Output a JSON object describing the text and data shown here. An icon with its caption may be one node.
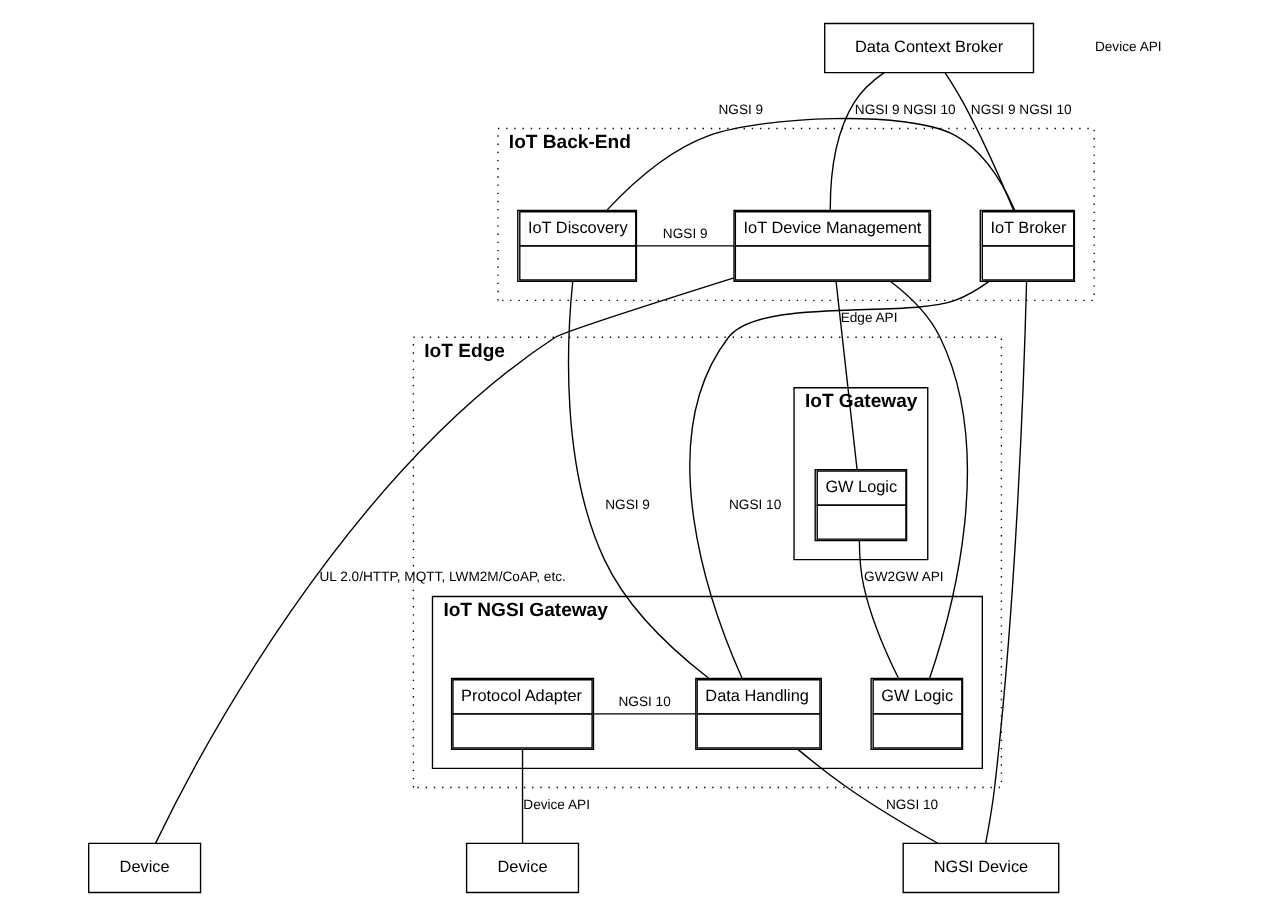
{
  "diagram": {
    "nodes": [
      {
        "text": [
          "Data Context Broker"
        ]
      },
      {
        "text": [
          "IoT Back-End"
        ]
      },
      {
        "text": [
          "IoT Device Management"
        ],
        "in": 1
      },
      {
        "text": [
          "IoT Discovery"
        ],
        "in": 1
      },
      {
        "text": [
          "IoT Broker"
        ],
        "in": 1
      },
      {
        "text": [
          "IoT Edge"
        ]
      },
      {
        "text": [
          "IoT Gateway"
        ],
        "in": 5
      },
      {
        "text": [
          "GW Logic"
        ],
        "in": 6
      },
      {
        "text": [
          "IoT NGSI Gateway"
        ],
        "in": 5
      },
      {
        "text": [
          "GW Logic"
        ],
        "in": 8
      },
      {
        "text": [
          "Protocol Adapter"
        ],
        "in": 8
      },
      {
        "text": [
          "Data Handling"
        ],
        "in": 8
      },
      {
        "text": [
          "Device"
        ]
      },
      {
        "text": [
          "Device"
        ]
      },
      {
        "text": [
          "NGSI Device"
        ]
      }
    ],
    "edges": [
      {
        "from": 0,
        "to": 2,
        "arrow": "none",
        "label": "NGSI 9 NGSI 10"
      },
      {
        "from": 0,
        "to": 4,
        "arrow": "none",
        "label": "NGSI 9 NGSI 10"
      },
      {
        "from": 14,
        "to": 4,
        "arrow": "none"
      },
      {
        "from": 2,
        "to": 3,
        "arrow": "none",
        "label": "NGSI 9"
      },
      {
        "from": 3,
        "to": 4,
        "arrow": "none",
        "label": "NGSI 9"
      },
      {
        "from": 2,
        "to": 12,
        "arrow": "none",
        "label": "UL 2.0/HTTP, MQTT, LWM2M/CoAP, etc."
      },
      {
        "from": 2,
        "to": 7,
        "arrow": "none",
        "label": "Edge API"
      },
      {
        "from": 2,
        "to": 9,
        "arrow": "none"
      },
      {
        "from": 3,
        "to": 11,
        "arrow": "none",
        "label": "NGSI 9"
      },
      {
        "from": 4,
        "to": 11,
        "arrow": "none",
        "label": "NGSI 10"
      },
      {
        "from": 7,
        "to": 9,
        "arrow": "none",
        "label": "GW2GW API"
      },
      {
        "from": 10,
        "to": 11,
        "arrow": "none",
        "label": "NGSI 10"
      },
      {
        "from": 10,
        "to": 13,
        "arrow": "none",
        "label": "Device API"
      },
      {
        "from": 11,
        "to": 14,
        "arrow": "none",
        "label": "NGSI 10"
      }
    ],
    "labels": [
      "Device API"
    ]
  }
}
